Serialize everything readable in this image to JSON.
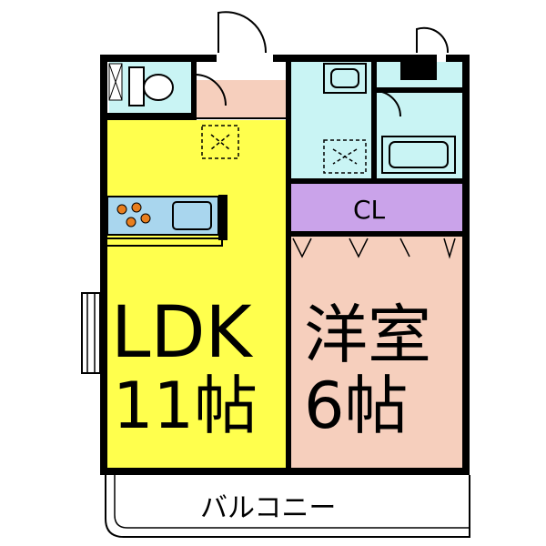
{
  "rooms": {
    "ldk": {
      "name": "LDK",
      "size": "11帖"
    },
    "western": {
      "name": "洋室",
      "size": "6帖"
    },
    "closet": {
      "name": "CL"
    },
    "balcony": {
      "name": "バルコニー"
    }
  },
  "colors": {
    "ldk": "#ffff4d",
    "western": "#f6cfbd",
    "closet": "#caa3ea",
    "wet": "#c9f4f4",
    "entrance": "#f6cfbd",
    "wall": "#000000",
    "kitchen": "#a9d6ee"
  },
  "icons": [
    "toilet-icon",
    "sink-icon",
    "bathtub-icon",
    "stove-icon",
    "door-swing-icon",
    "window-icon",
    "drain-icon"
  ]
}
